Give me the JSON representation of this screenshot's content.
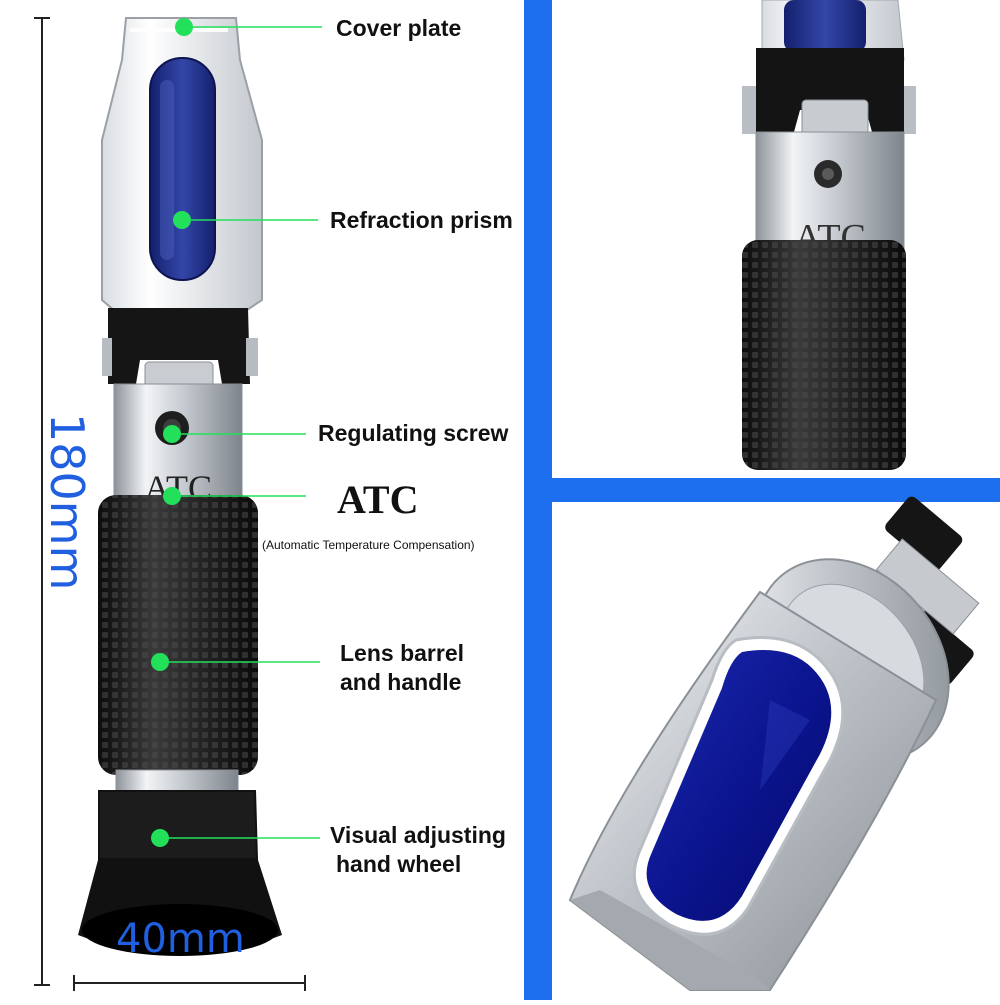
{
  "labels": {
    "cover_plate": "Cover plate",
    "refraction_prism": "Refraction prism",
    "regulating_screw": "Regulating screw",
    "atc": "ATC",
    "atc_full": "(Automatic Temperature Compensation)",
    "lens_barrel_1": "Lens barrel",
    "lens_barrel_2": "and handle",
    "visual_wheel_1": "Visual adjusting",
    "visual_wheel_2": "hand wheel"
  },
  "dimensions": {
    "height": "180mm",
    "width": "40mm"
  },
  "device_engraving": "ATC",
  "colors": {
    "marker": "#22e05a",
    "leader": "#22e05a",
    "divider": "#1d6ff0",
    "dimension_text": "#1f5fe0",
    "prism": "#1b2a8c",
    "grip": "#1a1a1a",
    "metal": "#c9cdd2"
  }
}
